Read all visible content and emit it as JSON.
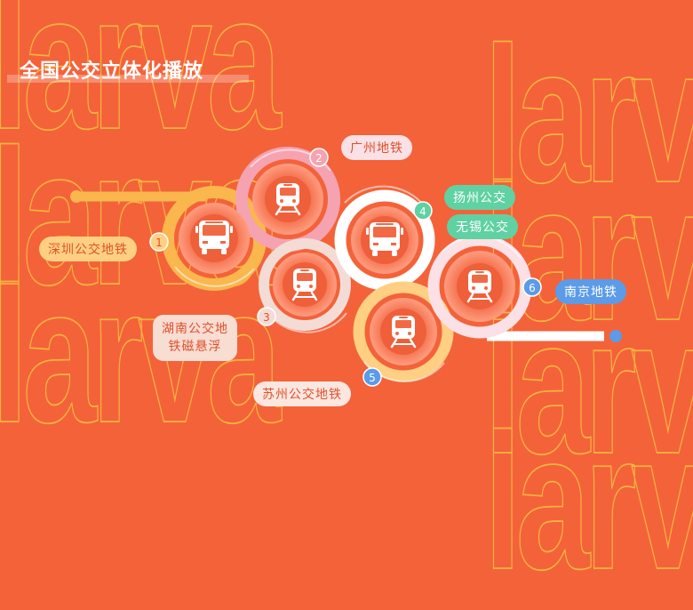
{
  "title": "全国公交立体化播放",
  "background_word": "larva",
  "colors": {
    "background": "#f4623a",
    "yellow": "#f9b74d",
    "pink": "#f5a3b0",
    "white": "#ffffff",
    "green": "#5fd1a2",
    "blue": "#5b9be8"
  },
  "stations": [
    {
      "number": "1",
      "label": "深圳公交地铁",
      "icon": "bus-icon"
    },
    {
      "number": "2",
      "label": "广州地铁",
      "icon": "train-icon"
    },
    {
      "number": "3",
      "label": "湖南公交地铁磁悬浮",
      "label_lines": [
        "湖南公交地",
        "铁磁悬浮"
      ],
      "icon": "train-icon"
    },
    {
      "number": "4",
      "labels": [
        "扬州公交",
        "无锡公交"
      ],
      "icon": "bus-icon"
    },
    {
      "number": "5",
      "label": "苏州公交地铁",
      "icon": "train-icon"
    },
    {
      "number": "6",
      "label": "南京地铁",
      "icon": "train-icon"
    }
  ]
}
